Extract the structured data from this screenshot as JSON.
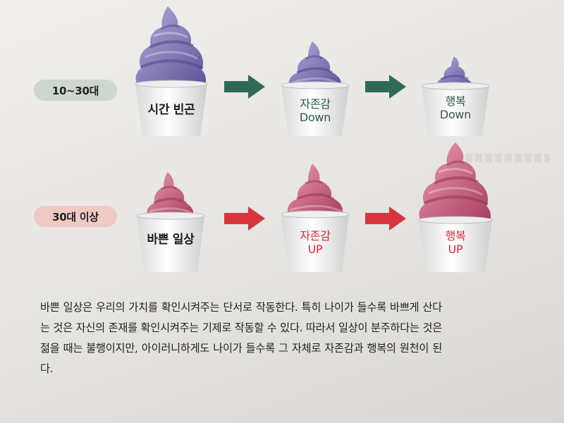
{
  "rows": [
    {
      "label": "10~30대",
      "theme": "purple",
      "cups": [
        {
          "lines": [
            "시간 빈곤"
          ],
          "style": "dark"
        },
        {
          "lines": [
            "자존감",
            "Down"
          ],
          "style": "green"
        },
        {
          "lines": [
            "행복",
            "Down"
          ],
          "style": "green"
        }
      ]
    },
    {
      "label": "30대 이상",
      "theme": "pink",
      "cups": [
        {
          "lines": [
            "바쁜 일상"
          ],
          "style": "dark"
        },
        {
          "lines": [
            "자존감",
            "UP"
          ],
          "style": "red"
        },
        {
          "lines": [
            "행복",
            "UP"
          ],
          "style": "red"
        }
      ]
    }
  ],
  "colors": {
    "purple_light": "#a89fd2",
    "purple_dark": "#6c61a6",
    "pink_light": "#e27f99",
    "pink_dark": "#b34a66",
    "arrow_green": "#2f6a58",
    "arrow_red": "#d8343d",
    "label_young_bg": "#cdd6cf",
    "label_old_bg": "#efcac4"
  },
  "paragraph": "바쁜 일상은 우리의 가치를 확인시켜주는 단서로 작동한다. 특히 나이가 들수록 바쁘게 산다는 것은 자신의 존재를 확인시켜주는 기제로 작동할 수 있다. 따라서 일상이 분주하다는 것은 젊을 때는 불행이지만, 아이러니하게도 나이가 들수록 그 자체로 자존감과 행복의 원천이 된다."
}
